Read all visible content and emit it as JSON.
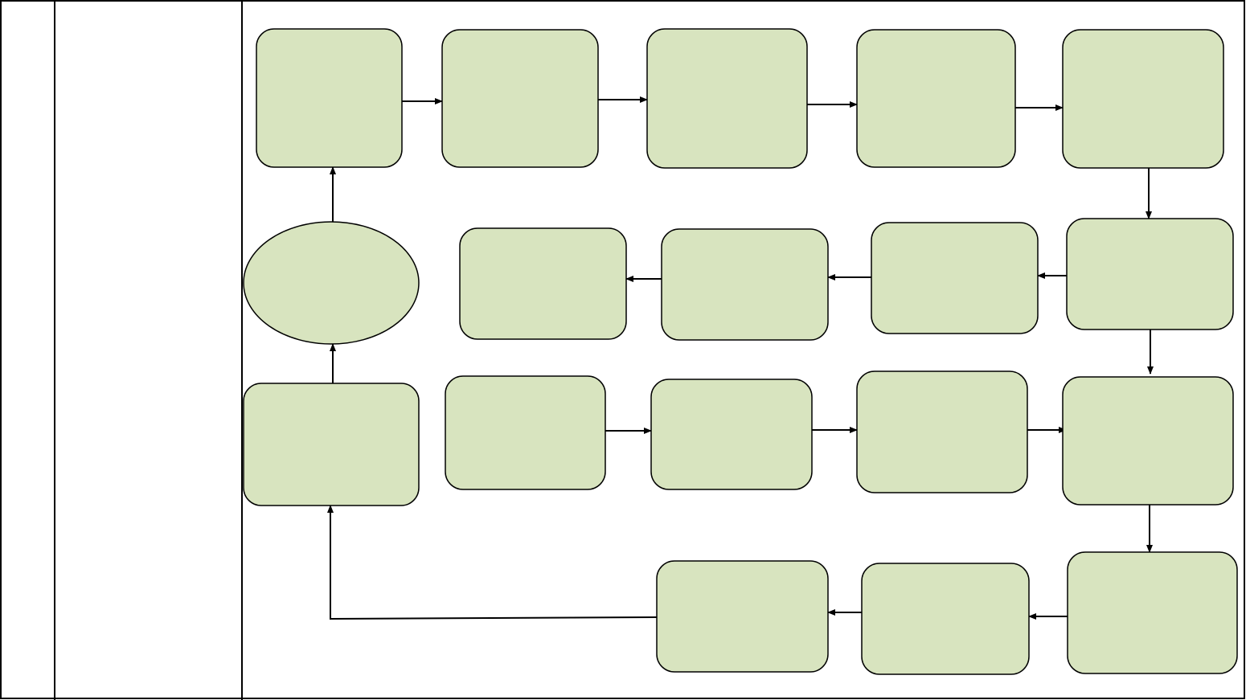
{
  "table": {
    "columns": [
      {
        "name": "index-column",
        "text": ""
      },
      {
        "name": "label-column",
        "text": ""
      },
      {
        "name": "diagram-column",
        "text": ""
      }
    ]
  },
  "flowchart": {
    "colors": {
      "node_fill": "#d8e4bf",
      "node_stroke": "#000000",
      "arrow": "#000000",
      "grid": "#000000"
    },
    "nodes": [
      {
        "id": "row1-step1",
        "shape": "rounded-rect",
        "label": ""
      },
      {
        "id": "row1-step2",
        "shape": "rounded-rect",
        "label": ""
      },
      {
        "id": "row1-step3",
        "shape": "rounded-rect",
        "label": ""
      },
      {
        "id": "row1-step4",
        "shape": "rounded-rect",
        "label": ""
      },
      {
        "id": "row1-step5",
        "shape": "rounded-rect",
        "label": ""
      },
      {
        "id": "start-oval",
        "shape": "ellipse",
        "label": ""
      },
      {
        "id": "row2-step1",
        "shape": "rounded-rect",
        "label": ""
      },
      {
        "id": "row2-step2",
        "shape": "rounded-rect",
        "label": ""
      },
      {
        "id": "row2-step3",
        "shape": "rounded-rect",
        "label": ""
      },
      {
        "id": "row2-step4",
        "shape": "rounded-rect",
        "label": ""
      },
      {
        "id": "row3-left-box",
        "shape": "rounded-rect",
        "label": ""
      },
      {
        "id": "row3-step1",
        "shape": "rounded-rect",
        "label": ""
      },
      {
        "id": "row3-step2",
        "shape": "rounded-rect",
        "label": ""
      },
      {
        "id": "row3-step3",
        "shape": "rounded-rect",
        "label": ""
      },
      {
        "id": "row3-step4",
        "shape": "rounded-rect",
        "label": ""
      },
      {
        "id": "row4-step1",
        "shape": "rounded-rect",
        "label": ""
      },
      {
        "id": "row4-step2",
        "shape": "rounded-rect",
        "label": ""
      },
      {
        "id": "row4-step3",
        "shape": "rounded-rect",
        "label": ""
      }
    ],
    "edges": [
      {
        "from": "start-oval",
        "to": "row1-step1"
      },
      {
        "from": "row1-step1",
        "to": "row1-step2"
      },
      {
        "from": "row1-step2",
        "to": "row1-step3"
      },
      {
        "from": "row1-step3",
        "to": "row1-step4"
      },
      {
        "from": "row1-step4",
        "to": "row1-step5"
      },
      {
        "from": "row1-step5",
        "to": "row2-step4"
      },
      {
        "from": "row2-step4",
        "to": "row2-step3"
      },
      {
        "from": "row2-step3",
        "to": "row2-step2"
      },
      {
        "from": "row2-step2",
        "to": "row2-step1"
      },
      {
        "from": "row2-step4",
        "to": "row3-step4"
      },
      {
        "from": "row3-step1",
        "to": "row3-step2"
      },
      {
        "from": "row3-step2",
        "to": "row3-step3"
      },
      {
        "from": "row3-step3",
        "to": "row3-step4"
      },
      {
        "from": "row3-step4",
        "to": "row4-step3"
      },
      {
        "from": "row4-step3",
        "to": "row4-step2"
      },
      {
        "from": "row4-step2",
        "to": "row4-step1"
      },
      {
        "from": "row4-step1",
        "to": "row3-left-box"
      },
      {
        "from": "row3-left-box",
        "to": "start-oval"
      }
    ]
  }
}
